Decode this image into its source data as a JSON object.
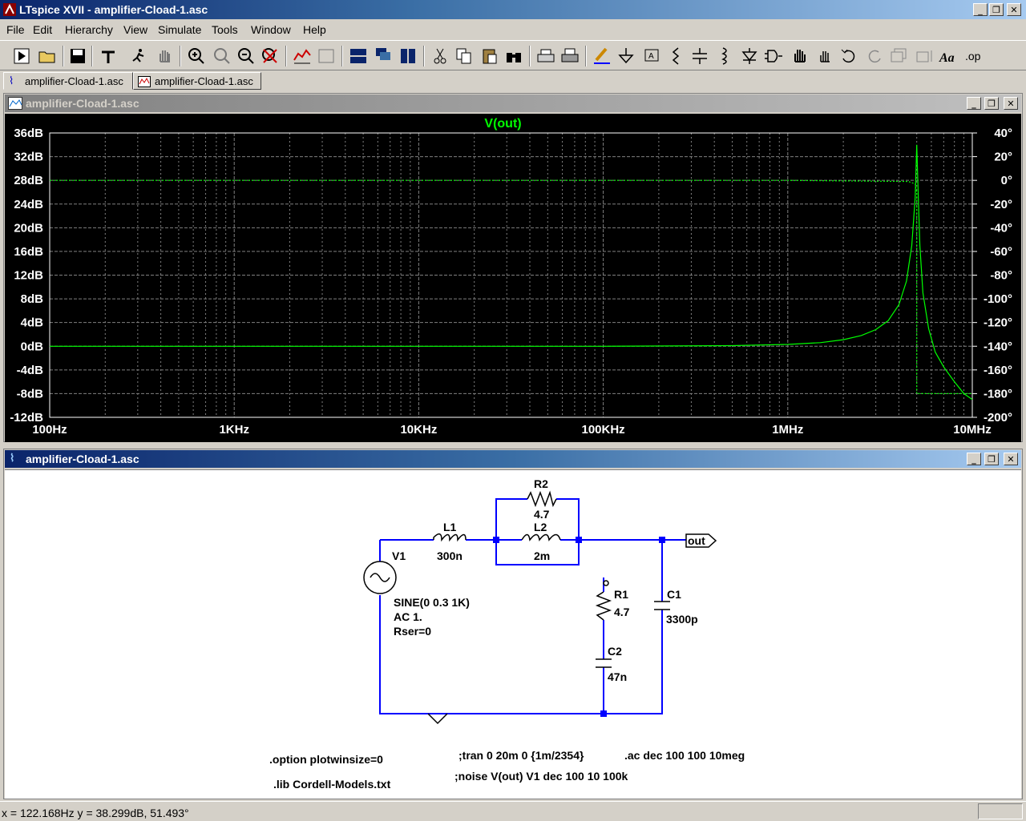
{
  "app": {
    "title": "LTspice XVII - amplifier-Cload-1.asc",
    "window_buttons": [
      "_",
      "❐",
      "✕"
    ]
  },
  "menu": [
    "File",
    "Edit",
    "Hierarchy",
    "View",
    "Simulate",
    "Tools",
    "Window",
    "Help"
  ],
  "toolbar_icons": [
    "run-icon",
    "open-icon",
    "save-icon",
    "control-panel-icon",
    "halt-icon",
    "pan-hand-icon",
    "zoom-in-icon",
    "zoom-area-icon",
    "zoom-out-icon",
    "zoom-cancel-icon",
    "autorange-icon",
    "view-icon",
    "tile-horizontal-icon",
    "cascade-icon",
    "tile-vertical-icon",
    "cut-icon",
    "copy-icon",
    "paste-icon",
    "find-icon",
    "print-preview-icon",
    "print-icon",
    "draw-wire-icon",
    "ground-icon",
    "label-net-icon",
    "resistor-icon",
    "capacitor-icon",
    "inductor-icon",
    "diode-icon",
    "component-icon",
    "move-icon",
    "drag-icon",
    "undo-icon",
    "redo-icon",
    "rotate-icon",
    "mirror-icon",
    "text-icon",
    "spice-directive-icon"
  ],
  "tabs": [
    {
      "label": "amplifier-Cload-1.asc",
      "icon": "schematic-icon",
      "active": true
    },
    {
      "label": "amplifier-Cload-1.asc",
      "icon": "waveform-icon",
      "active": false
    }
  ],
  "plot_window": {
    "title": "amplifier-Cload-1.asc",
    "buttons": [
      "_",
      "❐",
      "✕"
    ]
  },
  "schematic_window": {
    "title": "amplifier-Cload-1.asc",
    "buttons": [
      "_",
      "❐",
      "✕"
    ]
  },
  "chart_data": {
    "type": "line",
    "title": "V(out)",
    "x_scale": "log",
    "xlim": [
      100,
      10000000
    ],
    "x_ticks": [
      "100Hz",
      "1KHz",
      "10KHz",
      "100KHz",
      "1MHz",
      "10MHz"
    ],
    "ylim": [
      -12,
      36
    ],
    "y_ticks": [
      "36dB",
      "32dB",
      "28dB",
      "24dB",
      "20dB",
      "16dB",
      "12dB",
      "8dB",
      "4dB",
      "0dB",
      "-4dB",
      "-8dB",
      "-12dB"
    ],
    "y2lim": [
      -200,
      40
    ],
    "y2_ticks": [
      "40°",
      "20°",
      "0°",
      "-20°",
      "-40°",
      "-60°",
      "-80°",
      "-100°",
      "-120°",
      "-140°",
      "-160°",
      "-180°",
      "-200°"
    ],
    "grid": true,
    "colors": {
      "background": "#000000",
      "trace": "#00ff00",
      "grid": "#808080",
      "text": "#ffffff"
    },
    "series": [
      {
        "name": "V(out)",
        "quantity": "magnitude",
        "x": [
          100,
          1000,
          10000,
          100000,
          500000,
          1000000,
          1500000,
          2000000,
          2500000,
          3000000,
          3500000,
          4000000,
          4400000,
          4700000,
          4900000,
          5000000,
          5100000,
          5200000,
          5400000,
          5800000,
          6300000,
          7000000,
          8000000,
          9000000,
          10000000
        ],
        "values": [
          0,
          0,
          0,
          0,
          0.1,
          0.3,
          0.6,
          1.1,
          1.8,
          2.8,
          4.3,
          7.0,
          11,
          17,
          25,
          34,
          25,
          17,
          9,
          3,
          -1,
          -3.5,
          -6,
          -8,
          -9
        ]
      },
      {
        "name": "V(out)",
        "quantity": "phase",
        "x": [
          100,
          1000000,
          4500000,
          4900000,
          5000000,
          5000001,
          5300000,
          10000000
        ],
        "values": [
          0,
          0,
          -1,
          -3,
          -10,
          -180,
          -180,
          -180
        ]
      }
    ]
  },
  "schematic": {
    "components": {
      "V1": {
        "name": "V1",
        "line1": "SINE(0 0.3 1K)",
        "line2": "AC 1.",
        "line3": "Rser=0"
      },
      "L1": {
        "name": "L1",
        "value": "300n"
      },
      "R2": {
        "name": "R2",
        "value": "4.7"
      },
      "L2": {
        "name": "L2",
        "value": "2m"
      },
      "R1": {
        "name": "R1",
        "value": "4.7"
      },
      "C2": {
        "name": "C2",
        "value": "47n"
      },
      "C1": {
        "name": "C1",
        "value": "3300p"
      }
    },
    "net_label": "out",
    "directives": {
      "option": ".option plotwinsize=0",
      "lib": ".lib Cordell-Models.txt",
      "tran": ";tran 0 20m 0 {1m/2354}",
      "noise": ";noise V(out) V1 dec 100 10 100k",
      "ac": ".ac dec 100 100 10meg"
    },
    "colors": {
      "wire": "#0000ff",
      "component": "#000000",
      "junction": "#0000ff"
    }
  },
  "status": {
    "cursor": "x = 122.168Hz    y = 38.299dB, 51.493°"
  }
}
